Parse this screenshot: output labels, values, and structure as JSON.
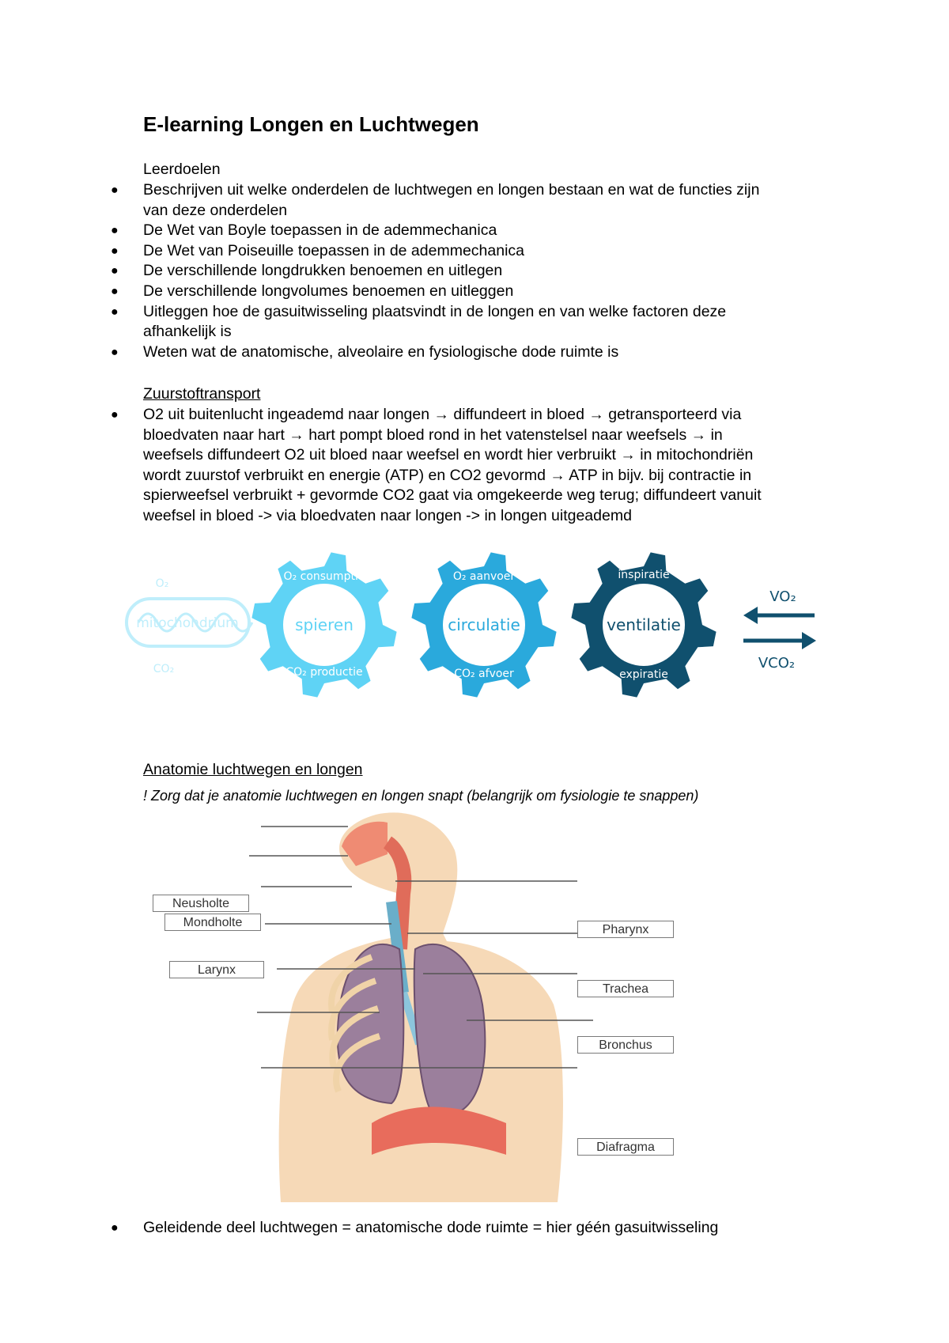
{
  "document": {
    "title": "E-learning Longen en Luchtwegen",
    "leerdoelen": {
      "heading": "Leerdoelen",
      "items": [
        [
          "Beschrijven uit welke onderdelen de luchtwegen en longen bestaan en wat de functies zijn",
          "van deze onderdelen"
        ],
        [
          "De Wet van Boyle toepassen in de ademmechanica"
        ],
        [
          "De Wet van Poiseuille toepassen in de ademmechanica"
        ],
        [
          "De verschillende longdrukken benoemen en uitlegen"
        ],
        [
          "De verschillende longvolumes benoemen en uitleggen"
        ],
        [
          "Uitleggen hoe de gasuitwisseling plaatsvindt in de longen en van welke factoren deze",
          "afhankelijk is"
        ],
        [
          "Weten wat de anatomische, alveolaire en fysiologische dode ruimte is"
        ]
      ]
    },
    "zuurstof": {
      "heading": "Zuurstoftransport",
      "lines": [
        "O2 uit buitenlucht ingeademd naar longen → diffundeert in bloed → getransporteerd via",
        "bloedvaten naar hart → hart pompt bloed rond in het vatenstelsel naar weefsels → in",
        "weefsels diffundeert O2 uit bloed naar weefsel en wordt hier verbruikt → in mitochondriën",
        "wordt zuurstof verbruikt en energie (ATP) en CO2 gevormd → ATP in bijv. bij contractie in",
        "spierweefsel verbruikt + gevormde CO2 gaat via omgekeerde weg terug; diffundeert vanuit",
        "weefsel in bloed -> via bloedvaten naar longen -> in longen uitgeademd"
      ]
    },
    "gears": {
      "mito": {
        "label": "mitochondrium",
        "top": "O₂",
        "bottom": "CO₂"
      },
      "spieren": {
        "center": "spieren",
        "top": "O₂ consumptie",
        "bottom": "CO₂ productie"
      },
      "circulatie": {
        "center": "circulatie",
        "top": "O₂ aanvoer",
        "bottom": "CO₂ afvoer"
      },
      "ventilatie": {
        "center": "ventilatie",
        "top": "inspiratie",
        "bottom": "expiratie"
      },
      "arrows": {
        "in": "VO₂",
        "out": "VCO₂"
      },
      "colors": {
        "light": "#5fd3f5",
        "mid": "#2aa9dc",
        "dark": "#10506e",
        "mito": "#bfeefb"
      }
    },
    "anatomie": {
      "heading": "Anatomie luchtwegen en longen",
      "note": "! Zorg dat je anatomie luchtwegen en longen snapt (belangrijk om fysiologie te snappen)",
      "labels": {
        "neusholte": "Neusholte",
        "mondholte": "Mondholte",
        "larynx": "Larynx",
        "pharynx": "Pharynx",
        "trachea": "Trachea",
        "bronchus": "Bronchus",
        "diafragma": "Diafragma"
      }
    },
    "final_bullet": "Geleidende deel luchtwegen = anatomische dode ruimte = hier géén gasuitwisseling"
  }
}
